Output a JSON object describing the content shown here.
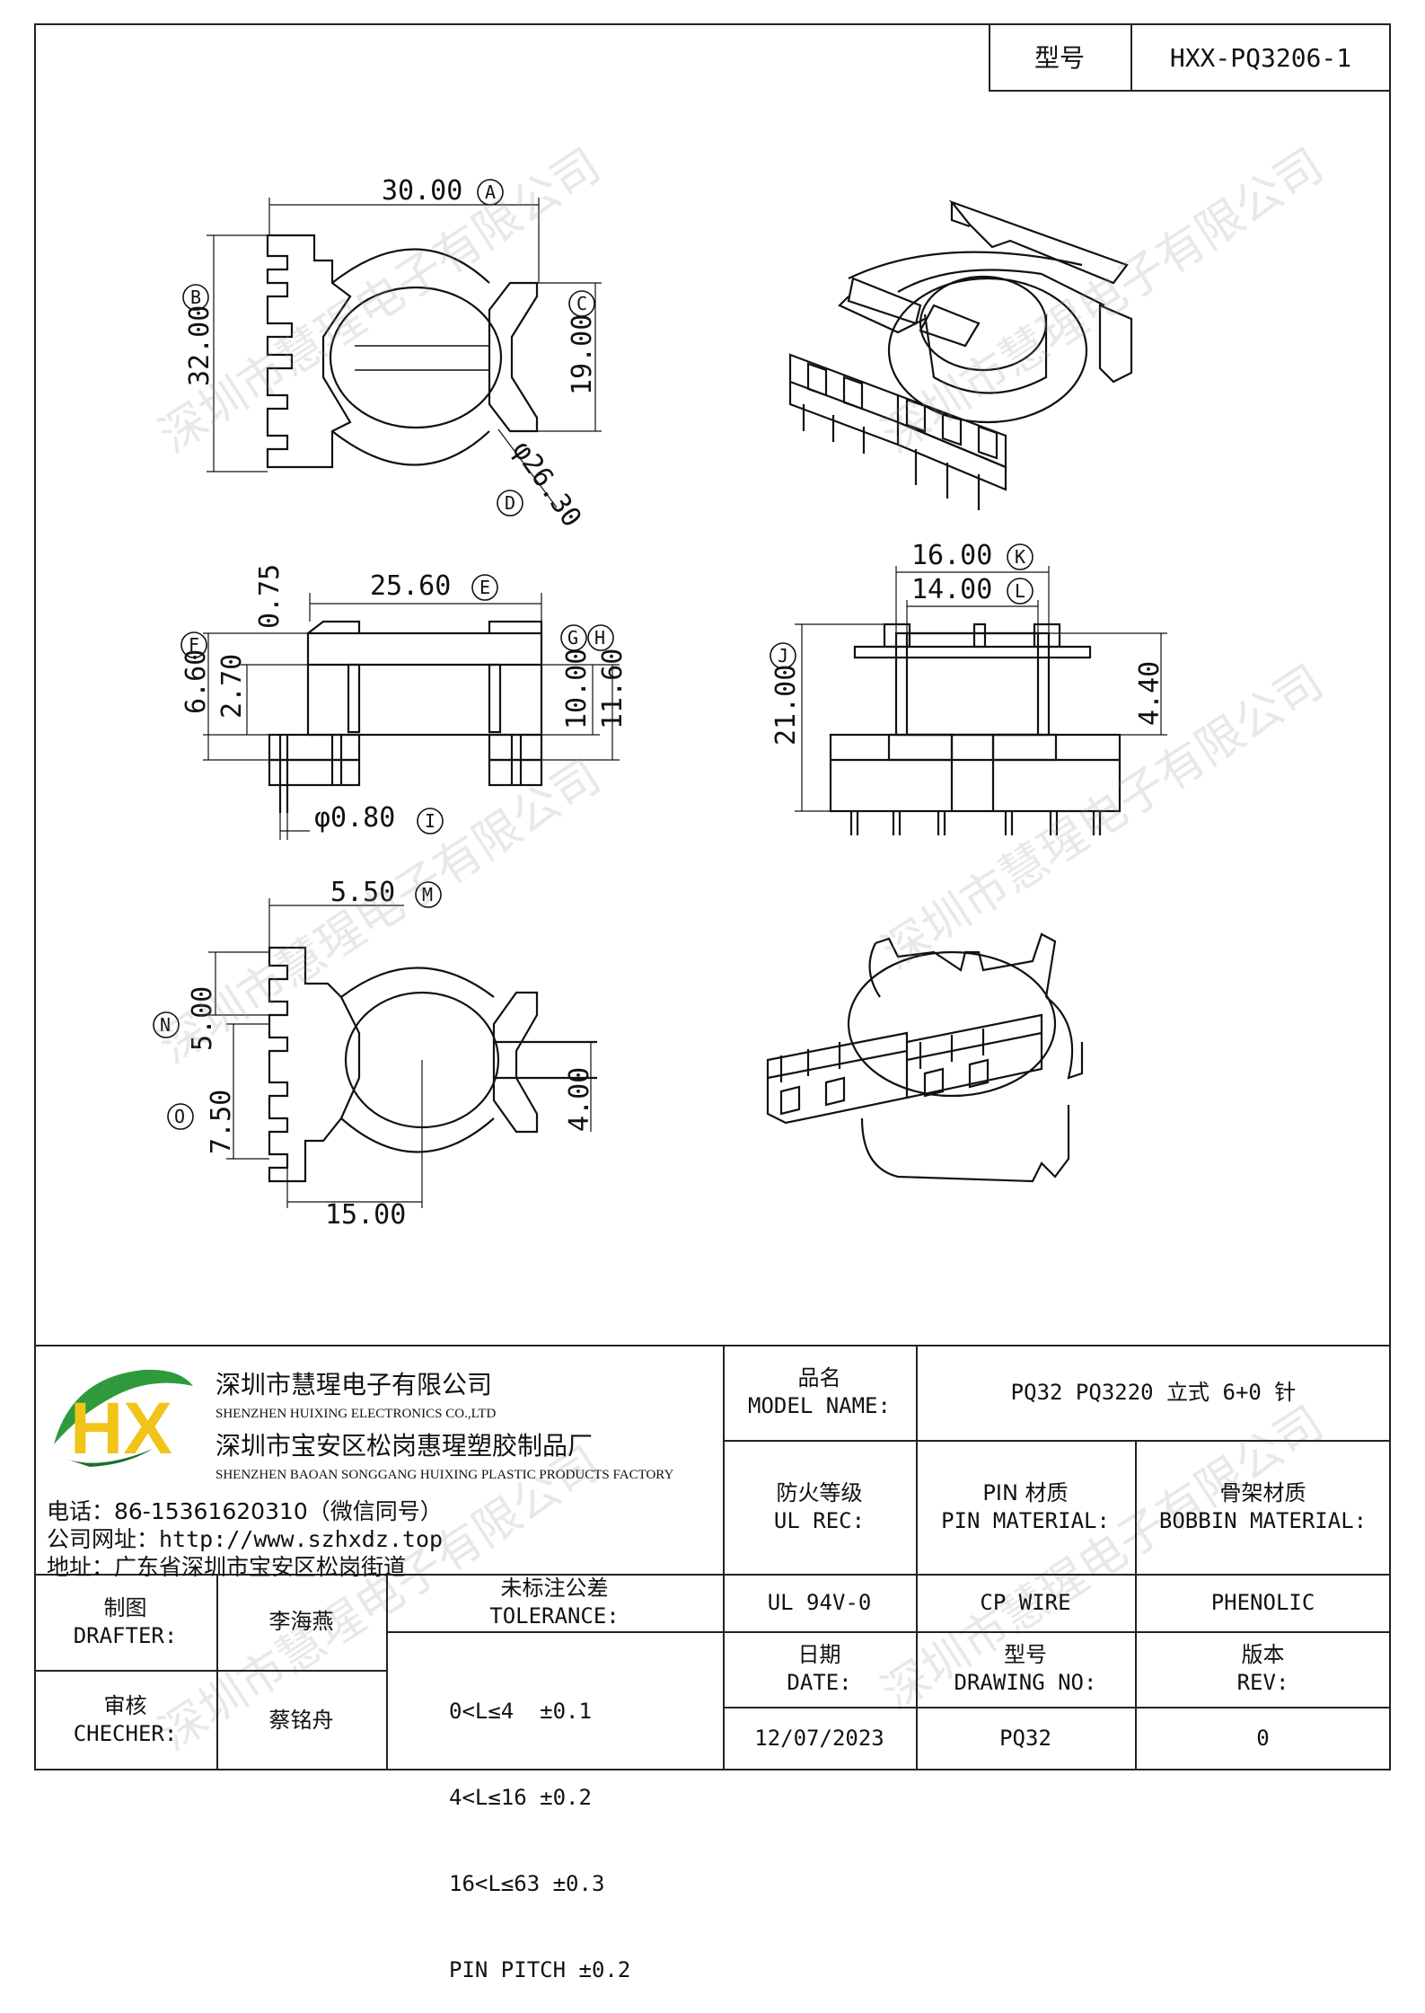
{
  "header": {
    "model_label": "型号",
    "model_value": "HXX-PQ3206-1"
  },
  "dims": {
    "top_width": "30.00",
    "top_width_tag": "A",
    "top_height": "32.00",
    "top_height_tag": "B",
    "top_window": "19.00",
    "top_window_tag": "C",
    "top_diameter": "φ26.30",
    "top_diameter_tag": "D",
    "side_length": "25.60",
    "side_length_tag": "E",
    "side_top": "0.75",
    "side_flange": "6.60",
    "side_flange_tag": "F",
    "side_step": "2.70",
    "side_tag_g": "G",
    "side_tag_h": "H",
    "side_inner": "10.00",
    "side_outer": "11.60",
    "pin_dia": "φ0.80",
    "pin_dia_tag": "I",
    "front_outer": "16.00",
    "front_outer_tag": "K",
    "front_inner": "14.00",
    "front_inner_tag": "L",
    "front_height": "21.00",
    "front_height_tag": "J",
    "front_window": "4.40",
    "bottom_pin_len": "5.50",
    "bottom_pin_len_tag": "M",
    "bottom_pitch_n": "5.00",
    "bottom_pitch_n_tag": "N",
    "bottom_pitch_o": "7.50",
    "bottom_pitch_o_tag": "O",
    "bottom_span": "15.00",
    "bottom_slot": "4.00"
  },
  "company": {
    "name_cn": "深圳市慧瑆电子有限公司",
    "name_en": "SHENZHEN HUIXING ELECTRONICS CO.,LTD",
    "factory_cn": "深圳市宝安区松岗惠瑆塑胶制品厂",
    "factory_en": "SHENZHEN BAOAN SONGGANG HUIXING PLASTIC PRODUCTS FACTORY",
    "phone": "电话：86-15361620310（微信同号）",
    "website": "公司网址：http://www.szhxdz.top",
    "address": "地址：广东省深圳市宝安区松岗街道",
    "logo_text": "HX",
    "colors": {
      "logo_green": "#2e9a3c",
      "logo_yellow": "#f0c419",
      "logo_dark": "#1b6e2a"
    }
  },
  "title_block": {
    "model_name_cn": "品名",
    "model_name_en": "MODEL NAME:",
    "model_name_value": "PQ32 PQ3220 立式 6+0 针",
    "fire_cn": "防火等级",
    "fire_en": "UL REC:",
    "pin_cn": "PIN 材质",
    "pin_en": "PIN MATERIAL:",
    "bobbin_cn": "骨架材质",
    "bobbin_en": "BOBBIN MATERIAL:",
    "fire_value": "UL 94V-0",
    "pin_value": "CP WIRE",
    "bobbin_value": "PHENOLIC",
    "date_cn": "日期",
    "date_en": "DATE:",
    "date_value": "12/07/2023",
    "drawing_cn": "型号",
    "drawing_en": "DRAWING NO:",
    "drawing_value": "PQ32",
    "rev_cn": "版本",
    "rev_en": "REV:",
    "rev_value": "0",
    "drafter_cn": "制图",
    "drafter_en": "DRAFTER:",
    "drafter_value": "李海燕",
    "checker_cn": "审核",
    "checker_en": "CHECHER:",
    "checker_value": "蔡铭舟",
    "tolerance_cn": "未标注公差",
    "tolerance_en": "TOLERANCE:",
    "tolerances": [
      "0<L≤4  ±0.1",
      "4<L≤16 ±0.2",
      "16<L≤63 ±0.3",
      "PIN PITCH ±0.2"
    ]
  },
  "watermark": "深圳市慧瑆电子有限公司"
}
